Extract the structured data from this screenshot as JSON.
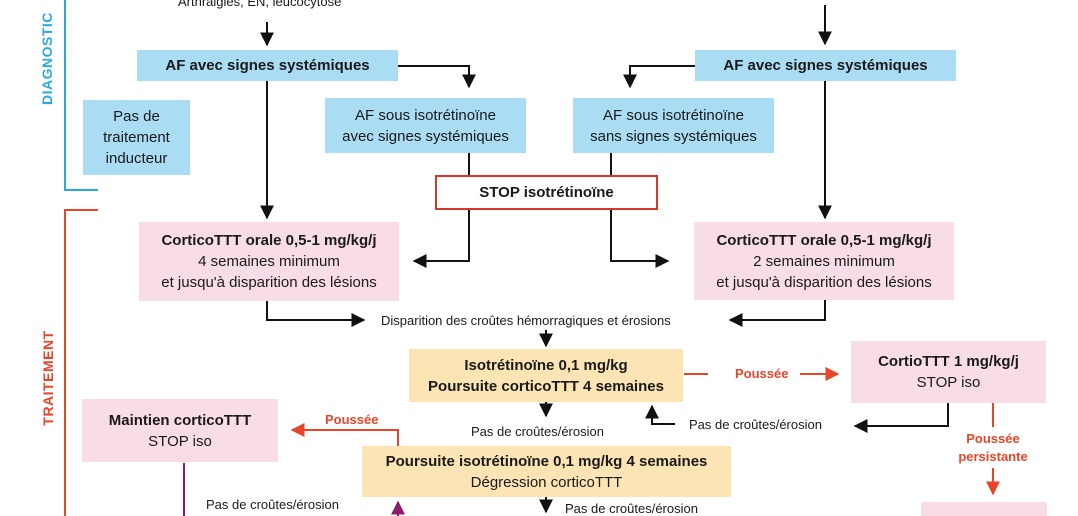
{
  "sections": {
    "diagnostic": "DIAGNOSTIC",
    "traitement": "TRAITEMENT"
  },
  "top_note": "Arthralgies, EN, leucocytose",
  "boxes": {
    "af_left": "AF avec signes systémiques",
    "af_right": "AF avec signes systémiques",
    "pas_traitement": [
      "Pas de",
      "traitement",
      "inducteur"
    ],
    "af_iso_avec": [
      "AF sous isotrétinoïne",
      "avec signes systémiques"
    ],
    "af_iso_sans": [
      "AF sous isotrétinoïne",
      "sans signes systémiques"
    ],
    "stop_iso": "STOP isotrétinoïne",
    "cortico_left": [
      "CorticoTTT orale 0,5-1 mg/kg/j",
      "4 semaines minimum",
      "et jusqu'à disparition des lésions"
    ],
    "cortico_right": [
      "CorticoTTT orale 0,5-1 mg/kg/j",
      "2 semaines minimum",
      "et jusqu'à disparition des lésions"
    ],
    "iso_01": [
      "Isotrétinoïne 0,1 mg/kg",
      "Poursuite corticoTTT 4 semaines"
    ],
    "cortio_1": [
      "CortioTTT 1 mg/kg/j",
      "STOP iso"
    ],
    "maintien": [
      "Maintien corticoTTT",
      "STOP iso"
    ],
    "poursuite_iso": [
      "Poursuite isotrétinoïne 0,1 mg/kg 4 semaines",
      "Dégression corticoTTT"
    ]
  },
  "labels": {
    "disparition": "Disparition des croûtes hémorragiques et érosions",
    "poussee_1": "Poussée",
    "poussee_2": "Poussée",
    "pas_croutes_1": "Pas de croûtes/érosion",
    "pas_croutes_2": "Pas de croûtes/érosion",
    "pas_croutes_3": "Pas de croûtes/érosion",
    "pas_croutes_4": "Pas de croûtes/érosion",
    "poussee_persistante": [
      "Poussée",
      "persistante"
    ]
  },
  "colors": {
    "diagnostic_accent": "#29a9e0",
    "traitement_accent": "#e8452a",
    "purple_arrow": "#8a1b6e"
  }
}
